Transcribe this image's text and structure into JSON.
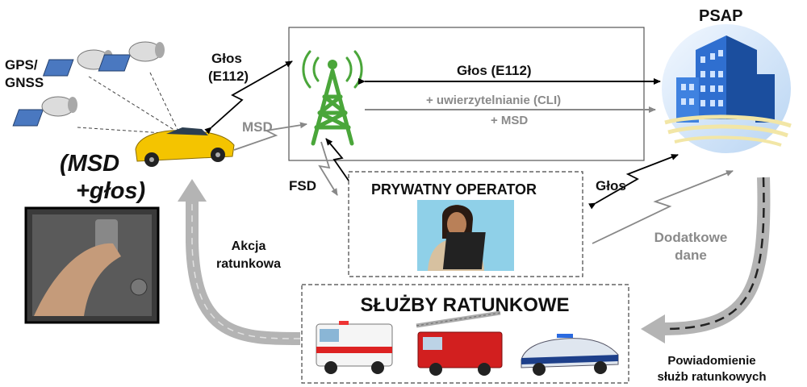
{
  "labels": {
    "gps": [
      "GPS/",
      "GNSS"
    ],
    "voice_car": [
      "Głos",
      "(E112)"
    ],
    "voice_psap": "Głos (E112)",
    "cli": "+ uwierzytelnianie (CLI)",
    "msd_plus": "+ MSD",
    "msd": "MSD",
    "msd_voice": [
      "(MSD",
      "+głos)"
    ],
    "fsd": "FSD",
    "psap": "PSAP",
    "private_operator": "PRYWATNY OPERATOR",
    "voice_operator": "Głos",
    "extra_data": [
      "Dodatkowe",
      "dane"
    ],
    "rescue_action": [
      "Akcja",
      "ratunkowa"
    ],
    "rescue_services": "SŁUŻBY RATUNKOWE",
    "notify": [
      "Powiadomienie",
      "służb ratunkowych"
    ]
  },
  "icons": [
    "satellite-icon",
    "car-icon",
    "cell-tower-icon",
    "psap-building-icon",
    "operator-icon",
    "ecall-button-photo",
    "ambulance-icon",
    "fire-truck-icon",
    "police-car-icon"
  ],
  "colors": {
    "tower_green": "#4aa63a",
    "arrow_gray": "#888888",
    "building_blue": "#2f6fd0",
    "car_yellow": "#f4c400"
  }
}
